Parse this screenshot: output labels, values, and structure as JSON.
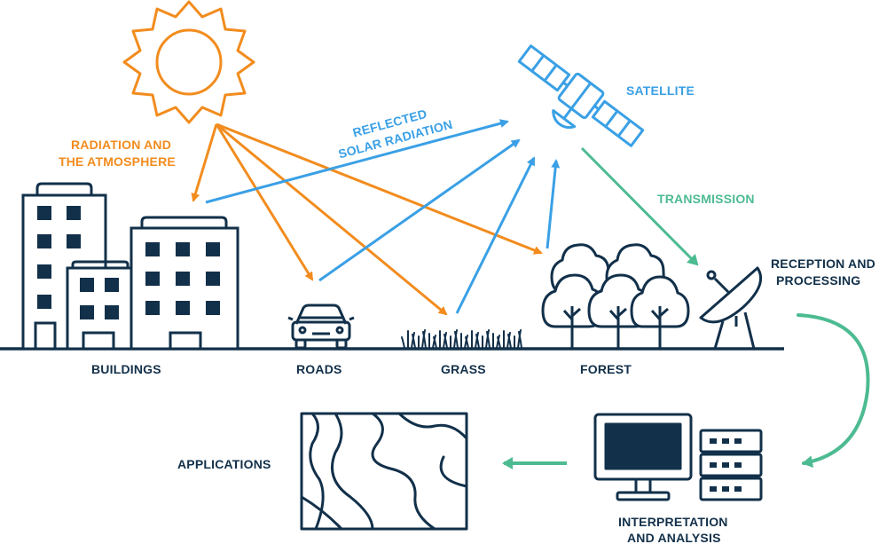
{
  "labels": {
    "radiation_line1": "RADIATION AND",
    "radiation_line2": "THE ATMOSPHERE",
    "reflected_line1": "REFLECTED",
    "reflected_line2": "SOLAR RADIATION",
    "satellite": "SATELLITE",
    "transmission": "TRANSMISSION",
    "reception_line1": "RECEPTION AND",
    "reception_line2": "PROCESSING",
    "buildings": "BUILDINGS",
    "roads": "ROADS",
    "grass": "GRASS",
    "forest": "FOREST",
    "applications": "APPLICATIONS",
    "interpretation_line1": "INTERPRETATION",
    "interpretation_line2": "AND ANALYSIS"
  },
  "colors": {
    "navy": "#12304a",
    "orange": "#f28c1e",
    "blue": "#3aa0e6",
    "green": "#4dbb92"
  },
  "icons": [
    "sun-icon",
    "satellite-icon",
    "buildings-icon",
    "car-icon",
    "grass-icon",
    "forest-icon",
    "satellite-dish-icon",
    "computer-icon",
    "server-icon",
    "map-icon"
  ]
}
